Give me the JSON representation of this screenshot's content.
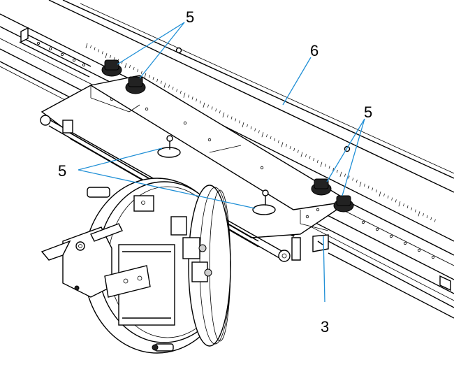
{
  "callouts": [
    {
      "id": "top-left",
      "label": "5"
    },
    {
      "id": "rail",
      "label": "6"
    },
    {
      "id": "right",
      "label": "5"
    },
    {
      "id": "left",
      "label": "5"
    },
    {
      "id": "bottom",
      "label": "3"
    }
  ],
  "colors": {
    "leader_line": "#1f8fd6",
    "line_art": "#000000",
    "background": "#ffffff"
  }
}
